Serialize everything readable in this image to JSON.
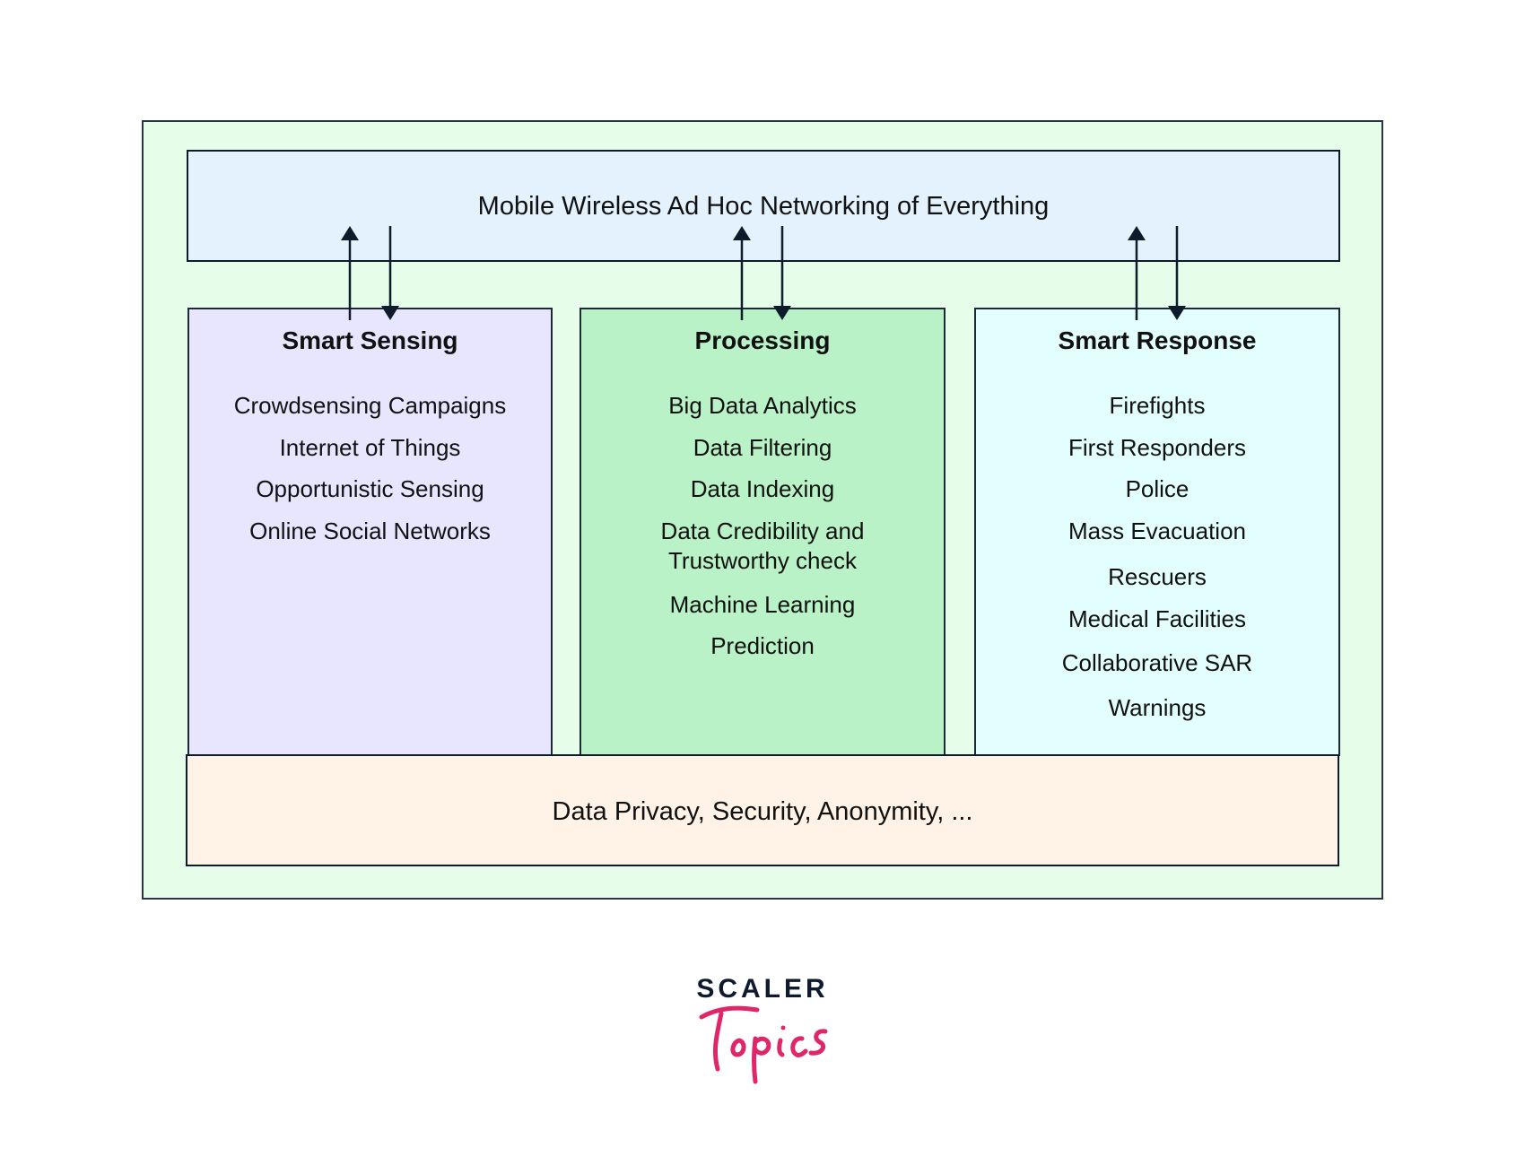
{
  "header": {
    "title": "Mobile Wireless Ad Hoc Networking of Everything"
  },
  "columns": [
    {
      "title": "Smart Sensing",
      "items": [
        "Crowdsensing Campaigns",
        "Internet of Things",
        "Opportunistic Sensing",
        "Online Social Networks"
      ]
    },
    {
      "title": "Processing",
      "items": [
        "Big Data Analytics",
        "Data Filtering",
        "Data Indexing",
        "Data Credibility and",
        "Trustworthy check",
        "Machine Learning",
        "Prediction"
      ]
    },
    {
      "title": "Smart Response",
      "items": [
        "Firefights",
        "First Responders",
        "Police",
        "Mass Evacuation",
        "Rescuers",
        "Medical Facilities",
        "Collaborative SAR",
        "Warnings"
      ]
    }
  ],
  "footer": {
    "text": "Data Privacy, Security, Anonymity, ..."
  },
  "logo": {
    "brand": "SCALER",
    "sub": "Topics",
    "brand_color": "#101a2e",
    "accent_color": "#e0266a"
  },
  "colors": {
    "outer_bg": "#e6fde9",
    "header_bg": "#e3f2fd",
    "sensing_bg": "#e8e6fe",
    "processing_bg": "#b8f2c6",
    "response_bg": "#e2fefd",
    "footer_bg": "#fef3e6",
    "border": "#0d1b2a"
  }
}
